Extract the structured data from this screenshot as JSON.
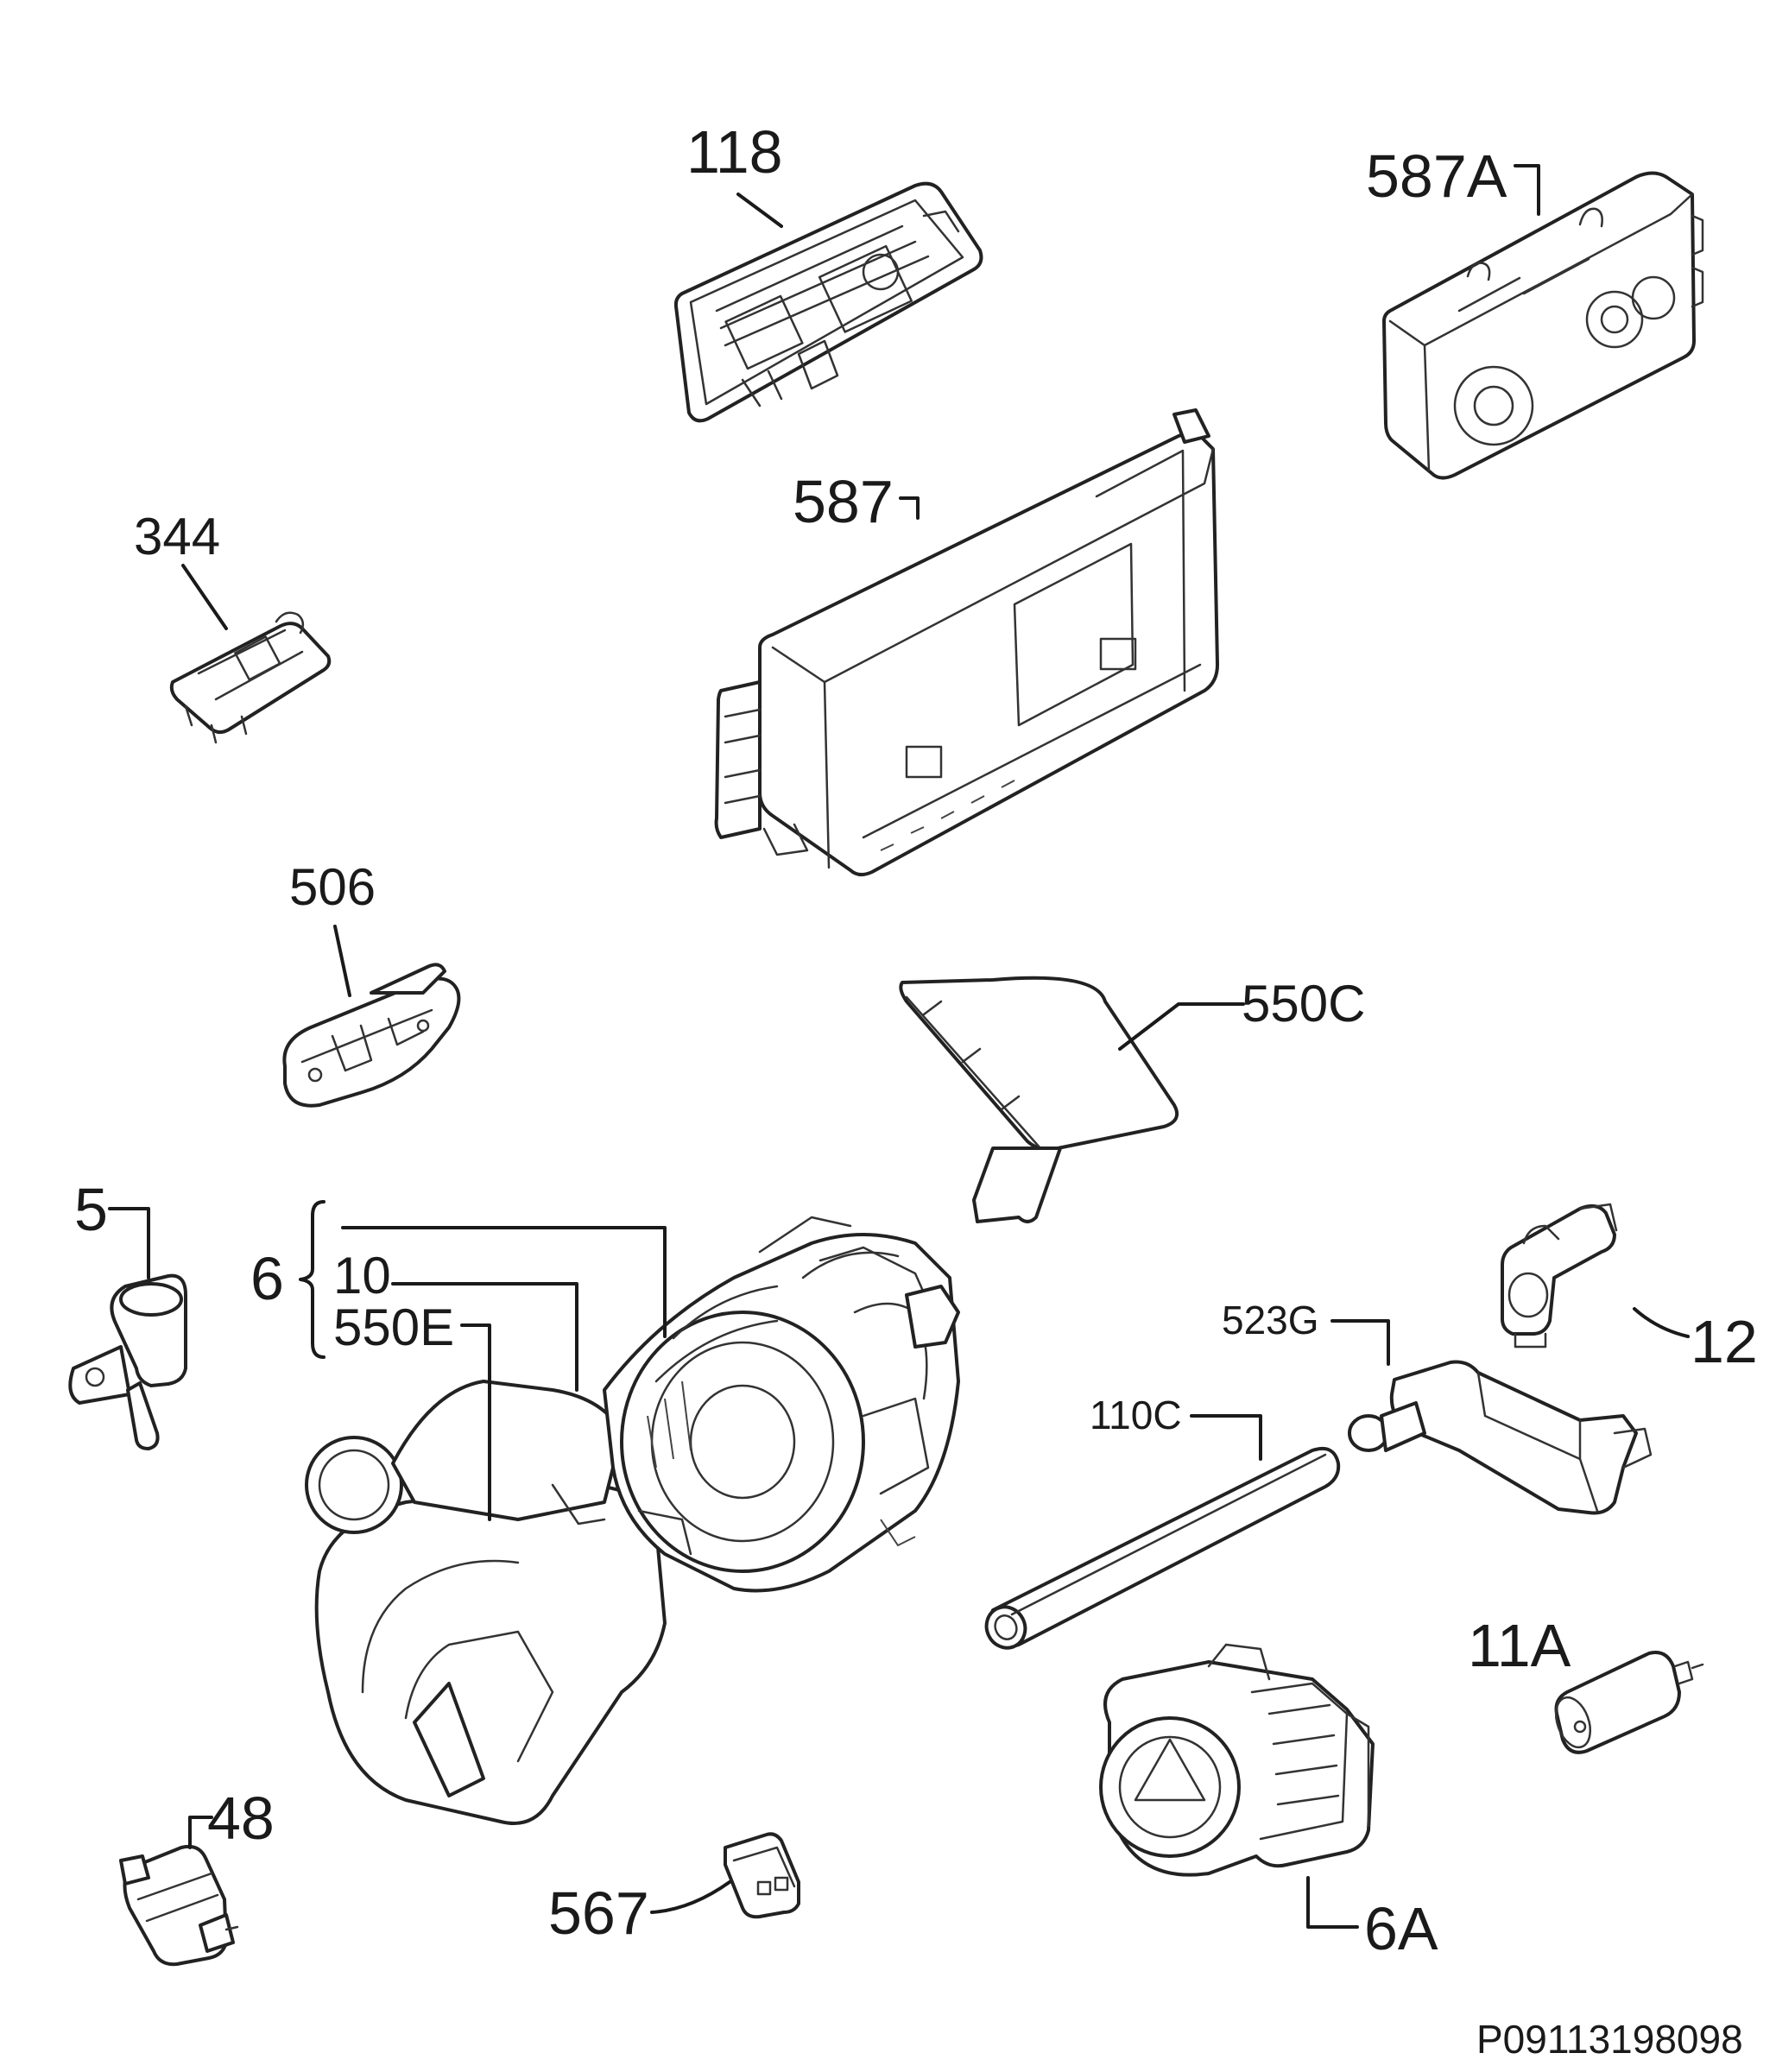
{
  "figure_code": "P09113198098",
  "labels": {
    "l118": "118",
    "l587A": "587A",
    "l344": "344",
    "l587": "587",
    "l506": "506",
    "l550C": "550C",
    "l5": "5",
    "l6": "6",
    "l10": "10",
    "l550E": "550E",
    "l523G": "523G",
    "l12": "12",
    "l110C": "110C",
    "l11A": "11A",
    "l48": "48",
    "l567": "567",
    "l6A": "6A"
  }
}
